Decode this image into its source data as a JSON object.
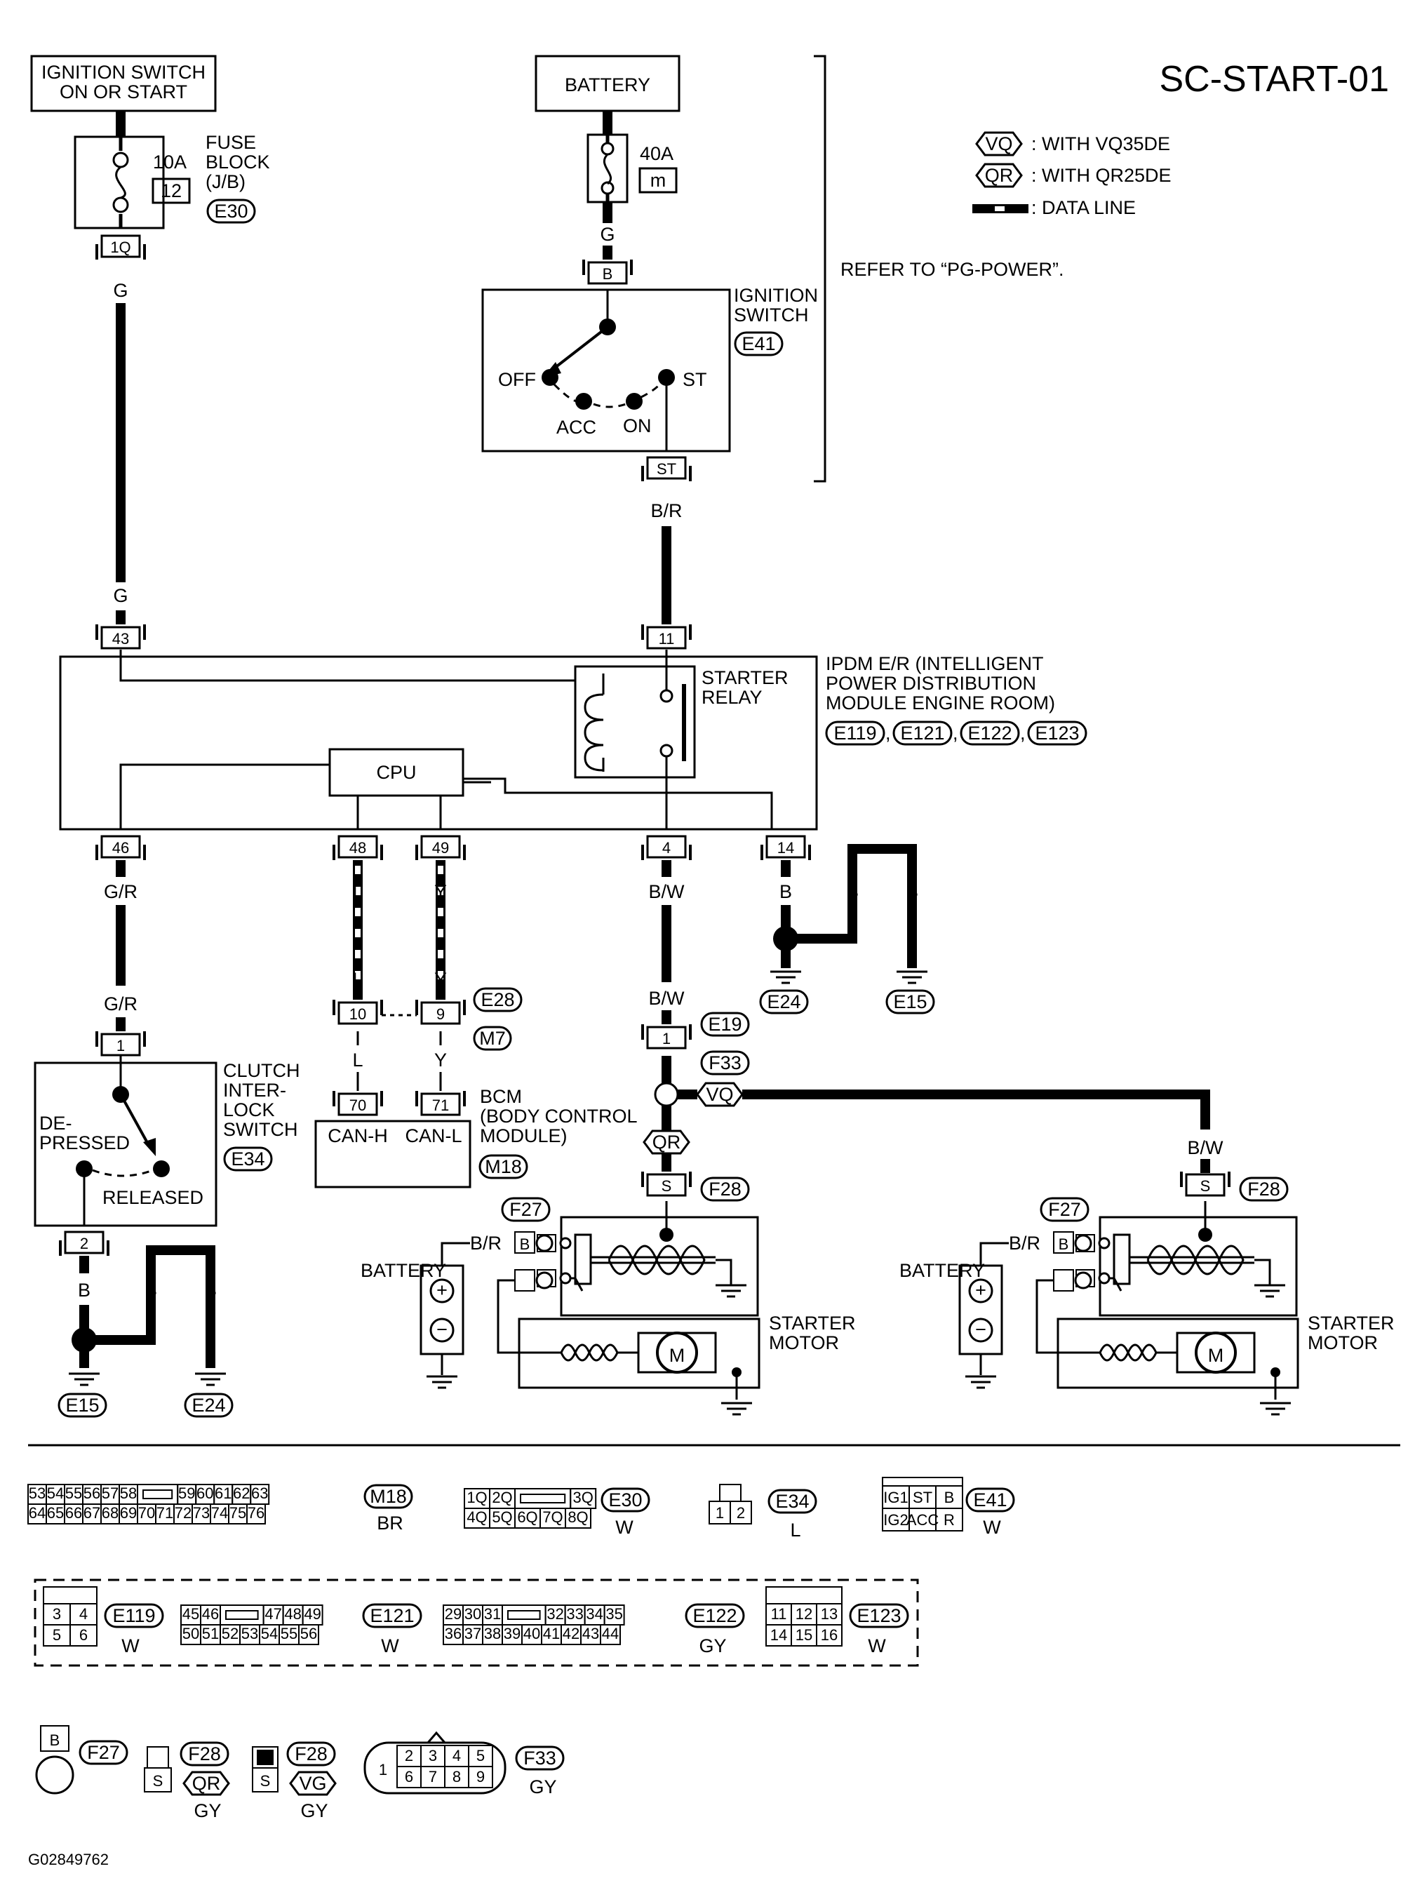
{
  "title": "SC-START-01",
  "diagram_id": "G02849762",
  "legend": [
    {
      "code": "VQ",
      "text": ": WITH VQ35DE"
    },
    {
      "code": "QR",
      "text": ": WITH QR25DE"
    },
    {
      "code": "",
      "text": ": DATA LINE"
    }
  ],
  "refer": "REFER TO “PG-POWER”.",
  "sources": {
    "ign": [
      "IGNITION SWITCH",
      "ON OR START"
    ],
    "battery": "BATTERY"
  },
  "fuse_block": {
    "label": [
      "FUSE",
      "BLOCK",
      "(J/B)"
    ],
    "amp": "10A",
    "num": "12",
    "conn": "E30",
    "pin": "1Q"
  },
  "fuse40": {
    "amp": "40A",
    "num": "m"
  },
  "ign_switch": {
    "label": [
      "IGNITION",
      "SWITCH"
    ],
    "conn": "E41",
    "pin_in": "B",
    "pin_out": "ST",
    "pos": [
      "OFF",
      "ACC",
      "ON",
      "ST"
    ]
  },
  "ipdm": {
    "label": [
      "IPDM E/R (INTELLIGENT",
      "POWER DISTRIBUTION",
      "MODULE ENGINE ROOM)"
    ],
    "conns": [
      "E119",
      "E121",
      "E122",
      "E123"
    ],
    "relay": [
      "STARTER",
      "RELAY"
    ],
    "cpu": "CPU",
    "pins": [
      "43",
      "11",
      "46",
      "48",
      "49",
      "4",
      "14"
    ]
  },
  "wires": {
    "g": "G",
    "br": "B/R",
    "gr": "G/R",
    "l": "L",
    "y": "Y",
    "bw": "B/W",
    "b": "B"
  },
  "bcm": {
    "label": [
      "BCM",
      "(BODY CONTROL",
      "MODULE)"
    ],
    "conns": [
      "E28",
      "M7",
      "M18"
    ],
    "junction_pins": [
      "10",
      "9"
    ],
    "pins": [
      "70",
      "71"
    ],
    "pin_labels": [
      "CAN-H",
      "CAN-L"
    ]
  },
  "clutch": {
    "label": [
      "CLUTCH",
      "INTER-",
      "LOCK",
      "SWITCH"
    ],
    "conn": "E34",
    "pins": [
      "1",
      "2"
    ],
    "pos": [
      "DE-",
      "PRESSED",
      "RELEASED"
    ]
  },
  "grounds": [
    "E24",
    "E15",
    "E15",
    "E24"
  ],
  "starter_path": {
    "pin1": "1",
    "conns": [
      "E19",
      "F33"
    ]
  },
  "starter": {
    "label": [
      "STARTER",
      "MOTOR"
    ],
    "battery": "BATTERY",
    "s_pin": "S",
    "conn_s": "F28",
    "conn_b": "F27",
    "b_pin": "B",
    "wire": "B/R",
    "m": "M"
  },
  "connectors": {
    "m18": {
      "id": "M18",
      "color": "BR",
      "row1": [
        "53",
        "54",
        "55",
        "56",
        "57",
        "58",
        "",
        "59",
        "60",
        "61",
        "62",
        "63"
      ],
      "row2": [
        "64",
        "65",
        "66",
        "67",
        "68",
        "69",
        "70",
        "71",
        "72",
        "73",
        "74",
        "75",
        "76"
      ]
    },
    "e30": {
      "id": "E30",
      "color": "W",
      "row1": [
        "1Q",
        "2Q",
        "",
        "3Q"
      ],
      "row2": [
        "4Q",
        "5Q",
        "6Q",
        "7Q",
        "8Q"
      ]
    },
    "e34": {
      "id": "E34",
      "color": "L",
      "row": [
        "1",
        "2"
      ]
    },
    "e41": {
      "id": "E41",
      "color": "W",
      "row1": [
        "IG1",
        "ST",
        "B"
      ],
      "row2": [
        "IG2",
        "ACC",
        "R"
      ]
    },
    "e119": {
      "id": "E119",
      "color": "W",
      "row1": [
        "3",
        "4"
      ],
      "row2": [
        "5",
        "6"
      ]
    },
    "e121": {
      "id": "E121",
      "color": "W",
      "row1": [
        "45",
        "46",
        "",
        "47",
        "48",
        "49"
      ],
      "row2": [
        "50",
        "51",
        "52",
        "53",
        "54",
        "55",
        "56"
      ]
    },
    "e122": {
      "id": "E122",
      "color": "GY",
      "row1": [
        "29",
        "30",
        "31",
        "",
        "32",
        "33",
        "34",
        "35"
      ],
      "row2": [
        "36",
        "37",
        "38",
        "39",
        "40",
        "41",
        "42",
        "43",
        "44"
      ]
    },
    "e123": {
      "id": "E123",
      "color": "W",
      "row1": [
        "11",
        "12",
        "13"
      ],
      "row2": [
        "14",
        "15",
        "16"
      ]
    },
    "f27": {
      "id": "F27",
      "pin": "B"
    },
    "f28a": {
      "id": "F28",
      "pin": "S",
      "variant": "QR",
      "color": "GY"
    },
    "f28b": {
      "id": "F28",
      "pin": "S",
      "variant": "VG",
      "color": "GY"
    },
    "f33": {
      "id": "F33",
      "color": "GY",
      "pin_left": "1",
      "row1": [
        "2",
        "3",
        "4",
        "5"
      ],
      "row2": [
        "6",
        "7",
        "8",
        "9"
      ]
    }
  }
}
